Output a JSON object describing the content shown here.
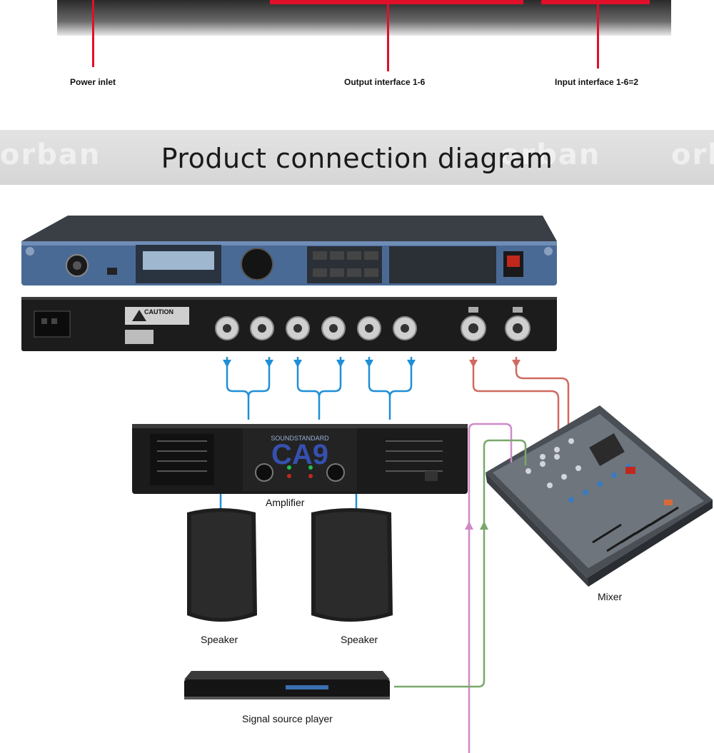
{
  "top_labels": {
    "power_inlet": "Power inlet",
    "output_interface": "Output interface 1-6",
    "input_interface": "Input interface 1-6=2"
  },
  "banner": {
    "title": "Product connection diagram",
    "watermark": "orban"
  },
  "devices": {
    "amplifier": "Amplifier",
    "speaker_left": "Speaker",
    "speaker_right": "Speaker",
    "mixer": "Mixer",
    "signal_source": "Signal source player",
    "amp_brand": "SOUNDSTANDARD",
    "amp_model": "CA9",
    "caution": "CAUTION"
  },
  "colors": {
    "pointer_red": "#e0102a",
    "blue_cable": "#1f8fd6",
    "red_cable": "#cf6a60",
    "magenta_cable": "#d08ac8",
    "green_cable": "#7aa86a"
  }
}
